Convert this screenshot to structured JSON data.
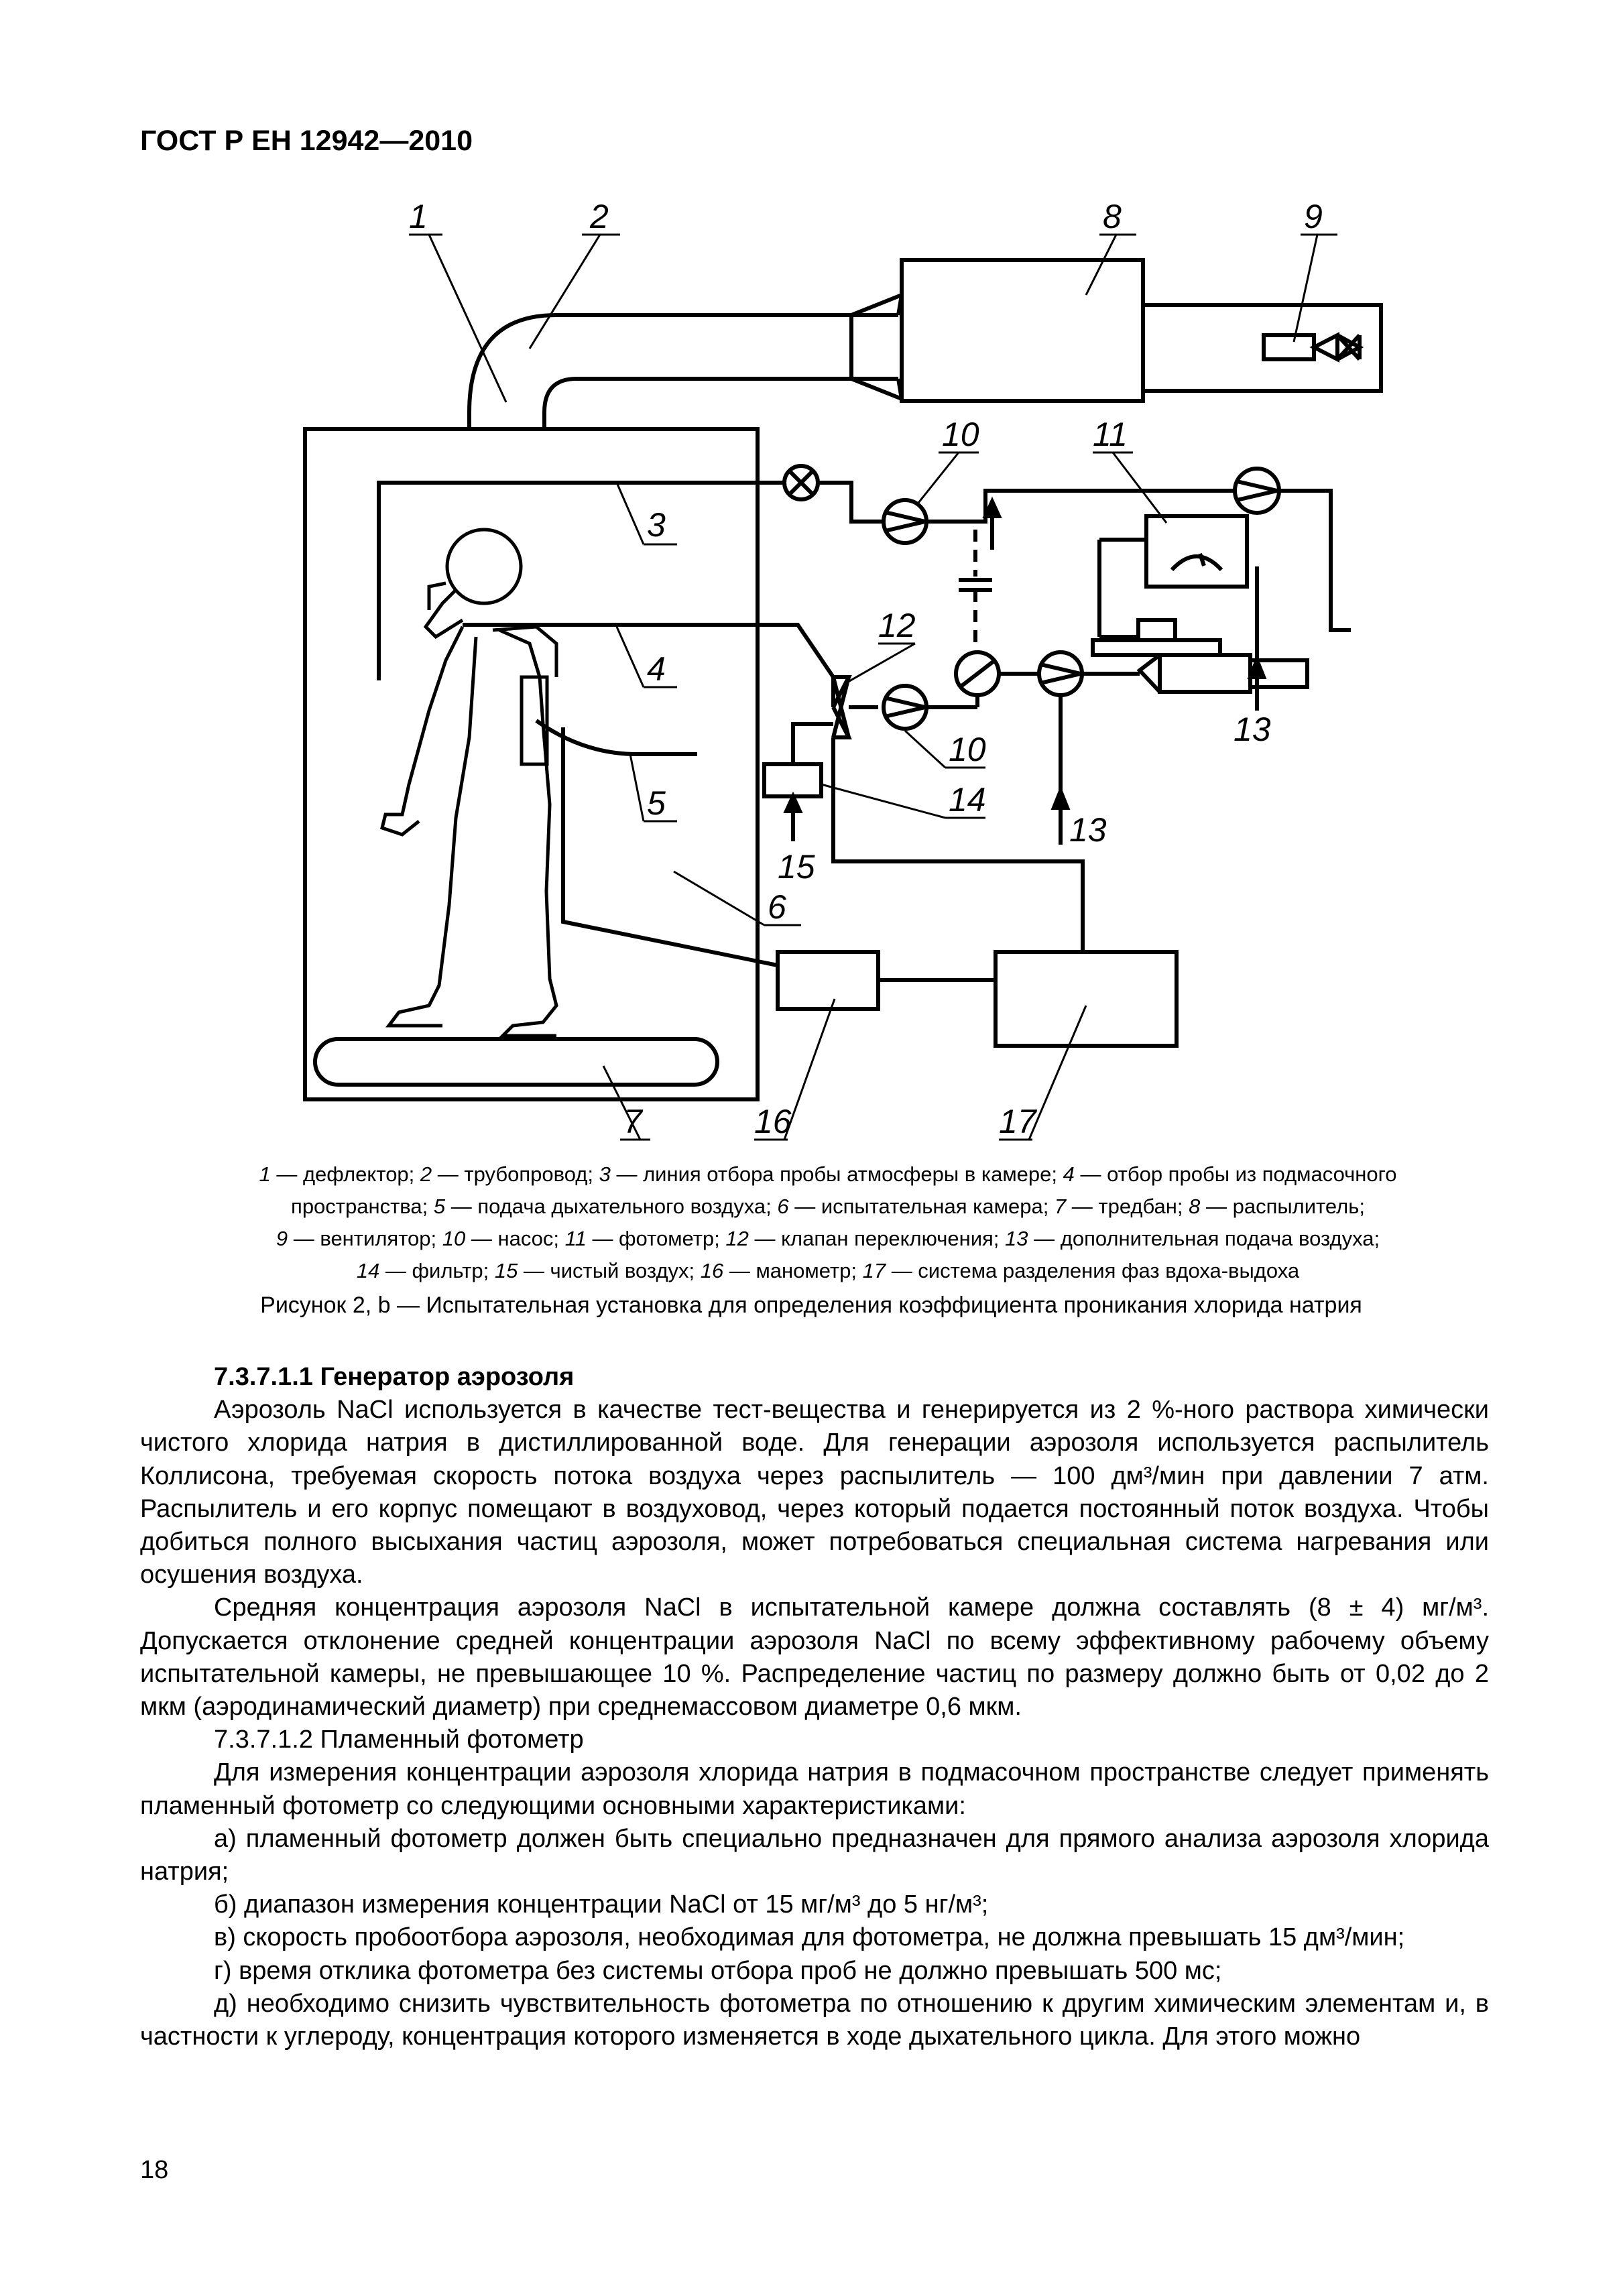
{
  "header": {
    "standard": "ГОСТ Р ЕН 12942—2010"
  },
  "figure": {
    "callouts": [
      "1",
      "2",
      "8",
      "9",
      "10",
      "11",
      "3",
      "12",
      "4",
      "13",
      "10",
      "5",
      "14",
      "13",
      "15",
      "6",
      "7",
      "16",
      "17"
    ],
    "legend_lines": [
      [
        "1",
        " — дефлектор; ",
        "2",
        " — трубопровод; ",
        "3",
        " — линия отбора пробы атмосферы в камере; ",
        "4",
        " — отбор пробы из подмасочного"
      ],
      [
        "",
        "пространства; ",
        "5",
        " — подача дыхательного воздуха; ",
        "6",
        " — испытательная камера; ",
        "7",
        " — тредбан; ",
        "8",
        " — распылитель;"
      ],
      [
        "9",
        " — вентилятор; ",
        "10",
        " — насос; ",
        "11",
        " — фотометр; ",
        "12",
        " — клапан переключения; ",
        "13",
        " — дополнительная подача воздуха;"
      ],
      [
        "14",
        " — фильтр; ",
        "15",
        " — чистый воздух; ",
        "16",
        " — манометр; ",
        "17",
        " — система разделения фаз вдоха-выдоха"
      ]
    ],
    "caption": "Рисунок 2, b — Испытательная установка для определения коэффициента проникания хлорида натрия"
  },
  "body": {
    "heading_1": "7.3.7.1.1 Генератор аэрозоля",
    "p1": "Аэрозоль NaCl используется в качестве тест-вещества и генерируется из 2 %-ного раствора химически чистого хлорида натрия в дистиллированной воде. Для генерации аэрозоля используется распылитель Коллисона, требуемая скорость потока воздуха через распылитель — 100 дм³/мин при давлении 7 атм. Распылитель и его корпус помещают в воздуховод, через который подается постоянный поток воздуха. Чтобы добиться полного высыхания частиц аэрозоля, может потребоваться специальная система нагревания или осушения воздуха.",
    "p2": "Средняя концентрация аэрозоля NaCl в испытательной камере должна составлять (8 ± 4) мг/м³. Допускается отклонение средней концентрации аэрозоля NaCl по всему эффективному рабочему объему испытательной камеры, не превышающее 10 %. Распределение частиц по размеру должно быть от 0,02 до 2 мкм (аэродинамический диаметр) при среднемассовом диаметре 0,6 мкм.",
    "heading_2": "7.3.7.1.2 Пламенный фотометр",
    "p3": "Для измерения концентрации аэрозоля хлорида натрия в подмасочном пространстве следует применять пламенный фотометр со следующими основными характеристиками:",
    "item_a": "а) пламенный фотометр должен быть специально предназначен для прямого анализа аэрозоля хлорида натрия;",
    "item_b": "б) диапазон измерения концентрации NaCl от 15 мг/м³ до 5 нг/м³;",
    "item_c": "в) скорость пробоотбора аэрозоля, необходимая для фотометра, не должна превышать 15 дм³/мин;",
    "item_d": "г) время отклика фотометра без системы отбора проб не должно превышать 500 мс;",
    "item_e": "д) необходимо снизить чувствительность фотометра по отношению к другим химическим элементам и, в частности к углероду, концентрация которого изменяется в ходе дыхательного цикла. Для этого можно"
  },
  "page_number": "18"
}
